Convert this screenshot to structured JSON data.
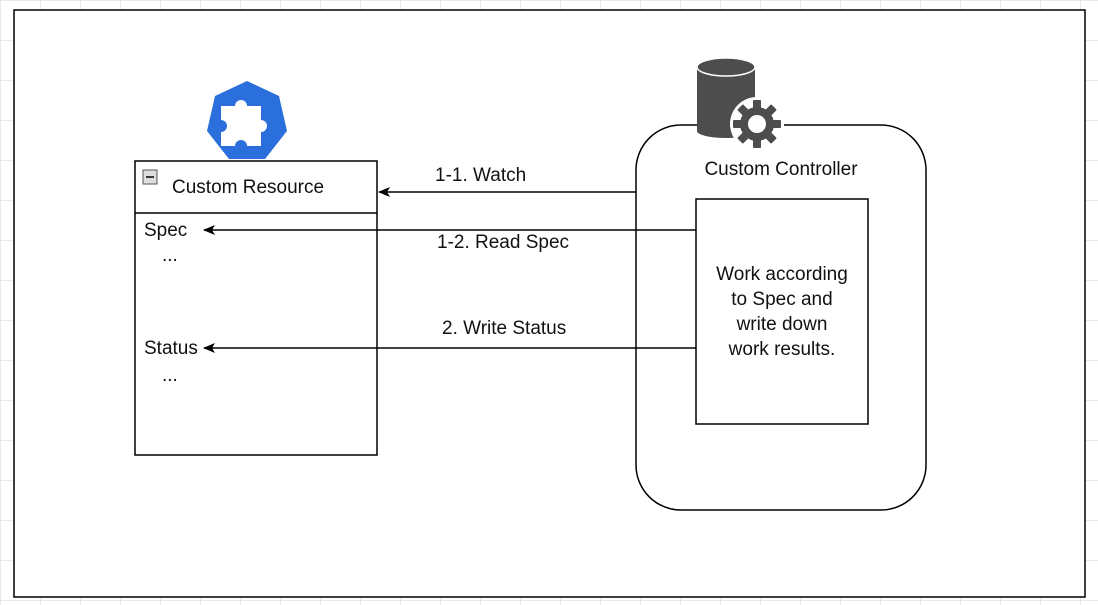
{
  "custom_resource": {
    "title": "Custom Resource",
    "spec_label": "Spec",
    "spec_ellipsis": "...",
    "status_label": "Status",
    "status_ellipsis": "..."
  },
  "controller": {
    "title": "Custom Controller",
    "work_text_lines": [
      "Work according",
      "to Spec and",
      "write down",
      "work results."
    ]
  },
  "arrows": {
    "watch": "1-1. Watch",
    "read_spec": "1-2. Read Spec",
    "write_status": "2. Write Status"
  },
  "icons": {
    "resource_icon": "kubernetes-puzzle-icon",
    "controller_icon": "database-gear-icon",
    "collapse_icon": "minus-square-icon",
    "resource_icon_color": "#2a6fdc",
    "controller_icon_color": "#4d4d4d"
  }
}
